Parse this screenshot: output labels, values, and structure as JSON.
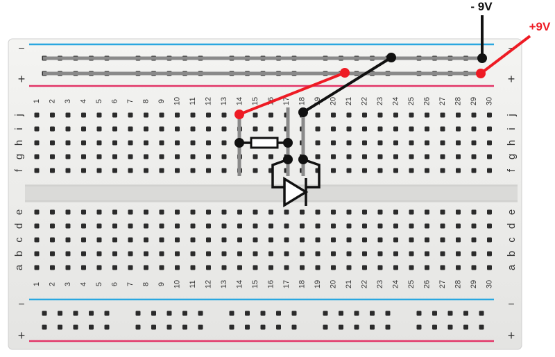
{
  "supply": {
    "negative_label": "- 9V",
    "positive_label": "+9V"
  },
  "rail_signs": {
    "minus": "−",
    "plus": "+"
  },
  "column_numbers": [
    "1",
    "2",
    "3",
    "4",
    "5",
    "6",
    "7",
    "8",
    "9",
    "10",
    "11",
    "12",
    "13",
    "14",
    "15",
    "16",
    "17",
    "18",
    "19",
    "20",
    "21",
    "22",
    "23",
    "24",
    "25",
    "26",
    "27",
    "28",
    "29",
    "30"
  ],
  "row_letters_top": [
    "j",
    "i",
    "h",
    "g",
    "f"
  ],
  "row_letters_bottom": [
    "e",
    "d",
    "c",
    "b",
    "a"
  ],
  "colors": {
    "board": "#eeeeec",
    "rail_blue": "#2aa7e0",
    "rail_red": "#e23366",
    "wire_red": "#ee1b24",
    "wire_black": "#111111",
    "strip_gray": "#8a8a8a",
    "hole": "#2b2b2b"
  }
}
